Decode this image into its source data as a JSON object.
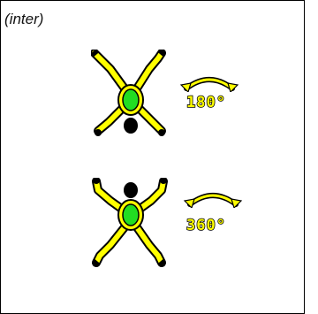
{
  "label": "(inter)",
  "figures": [
    {
      "rotation_text": "180°",
      "pose": "head-down"
    },
    {
      "rotation_text": "360°",
      "pose": "head-up"
    }
  ],
  "colors": {
    "suit_limbs": "#ffff00",
    "suit_torso": "#22dd22",
    "outline": "#000000",
    "arrow": "#ffff00"
  },
  "icons": [
    "skydiver-figure-icon",
    "rotation-arrow-icon"
  ]
}
